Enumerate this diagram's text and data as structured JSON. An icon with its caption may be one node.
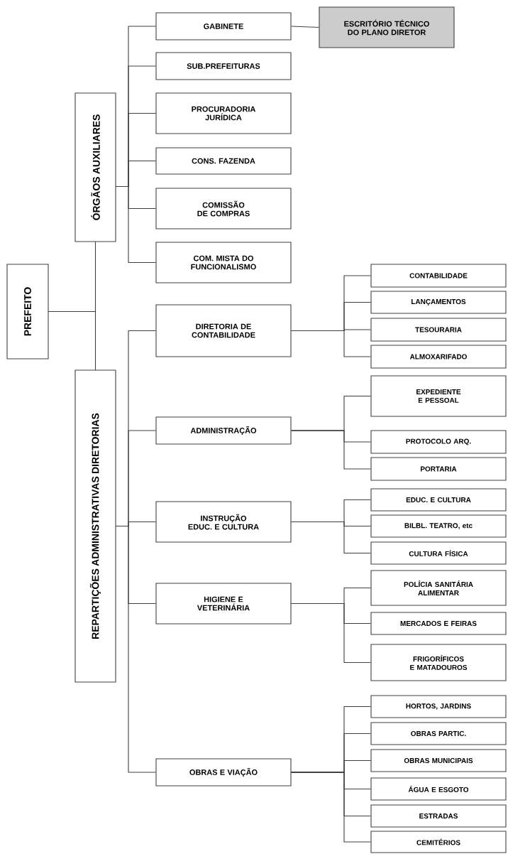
{
  "diagram": {
    "nodes": [
      {
        "text": [
          "PREFEITO"
        ]
      },
      {
        "text": [
          "ÓRGÃOS AUXILIARES"
        ]
      },
      {
        "text": [
          "REPARTIÇÕES ADMINISTRATIVAS  DIRETORIAS"
        ]
      },
      {
        "text": [
          "GABINETE"
        ]
      },
      {
        "text": [
          "ESCRITÓRIO TÉCNICO DO PLANO DIRETOR"
        ]
      },
      {
        "text": [
          "SUB.PREFEITURAS"
        ]
      },
      {
        "text": [
          "PROCURADORIA JURÍDICA"
        ]
      },
      {
        "text": [
          "CONS. FAZENDA"
        ]
      },
      {
        "text": [
          "COMISSÃO DE COMPRAS"
        ]
      },
      {
        "text": [
          "COM. MISTA DO FUNCIONALISMO"
        ]
      },
      {
        "text": [
          "DIRETORIA DE CONTABILIDADE"
        ]
      },
      {
        "text": [
          "CONTABILIDADE"
        ]
      },
      {
        "text": [
          "LANÇAMENTOS"
        ]
      },
      {
        "text": [
          "TESOURARIA"
        ]
      },
      {
        "text": [
          "ALMOXARIFADO"
        ]
      },
      {
        "text": [
          "ADMINISTRAÇÃO"
        ]
      },
      {
        "text": [
          "EXPEDIENTE E PESSOAL"
        ]
      },
      {
        "text": [
          "PROTOCOLO ARQ."
        ]
      },
      {
        "text": [
          "PORTARIA"
        ]
      },
      {
        "text": [
          "INSTRUÇÃO EDUC. E CULTURA"
        ]
      },
      {
        "text": [
          "EDUC. E CULTURA"
        ]
      },
      {
        "text": [
          "BILBL. TEATRO, etc"
        ]
      },
      {
        "text": [
          "CULTURA FÍSICA"
        ]
      },
      {
        "text": [
          "HIGIENE E VETERINÁRIA"
        ]
      },
      {
        "text": [
          "POLÍCIA SANITÁRIA ALIMENTAR"
        ]
      },
      {
        "text": [
          "MERCADOS E FEIRAS"
        ]
      },
      {
        "text": [
          "FRIGORÍFICOS E MATADOUROS"
        ]
      },
      {
        "text": [
          "OBRAS E VIAÇÃO"
        ]
      },
      {
        "text": [
          "HORTOS, JARDINS"
        ]
      },
      {
        "text": [
          "OBRAS  PARTIC."
        ]
      },
      {
        "text": [
          "OBRAS MUNICIPAIS"
        ]
      },
      {
        "text": [
          "ÁGUA E ESGOTO"
        ]
      },
      {
        "text": [
          "ESTRADAS"
        ]
      },
      {
        "text": [
          "CEMITÉRIOS"
        ]
      }
    ],
    "edges": [
      {
        "from": 0,
        "to": 1,
        "arrow": "none"
      },
      {
        "from": 0,
        "to": 2,
        "arrow": "none"
      },
      {
        "from": 1,
        "to": 3,
        "arrow": "none"
      },
      {
        "from": 1,
        "to": 5,
        "arrow": "none"
      },
      {
        "from": 1,
        "to": 6,
        "arrow": "none"
      },
      {
        "from": 1,
        "to": 7,
        "arrow": "none"
      },
      {
        "from": 1,
        "to": 8,
        "arrow": "none"
      },
      {
        "from": 1,
        "to": 9,
        "arrow": "none"
      },
      {
        "from": 3,
        "to": 4,
        "arrow": "none"
      },
      {
        "from": 2,
        "to": 10,
        "arrow": "none"
      },
      {
        "from": 2,
        "to": 15,
        "arrow": "none"
      },
      {
        "from": 2,
        "to": 19,
        "arrow": "none"
      },
      {
        "from": 2,
        "to": 23,
        "arrow": "none"
      },
      {
        "from": 2,
        "to": 27,
        "arrow": "none"
      },
      {
        "from": 10,
        "to": 11,
        "arrow": "none"
      },
      {
        "from": 10,
        "to": 12,
        "arrow": "none"
      },
      {
        "from": 10,
        "to": 13,
        "arrow": "none"
      },
      {
        "from": 10,
        "to": 14,
        "arrow": "none"
      },
      {
        "from": 15,
        "to": 16,
        "arrow": "none"
      },
      {
        "from": 15,
        "to": 17,
        "arrow": "none"
      },
      {
        "from": 15,
        "to": 18,
        "arrow": "none"
      },
      {
        "from": 19,
        "to": 20,
        "arrow": "none"
      },
      {
        "from": 19,
        "to": 21,
        "arrow": "none"
      },
      {
        "from": 19,
        "to": 22,
        "arrow": "none"
      },
      {
        "from": 23,
        "to": 24,
        "arrow": "none"
      },
      {
        "from": 23,
        "to": 25,
        "arrow": "none"
      },
      {
        "from": 23,
        "to": 26,
        "arrow": "none"
      },
      {
        "from": 27,
        "to": 28,
        "arrow": "none"
      },
      {
        "from": 27,
        "to": 29,
        "arrow": "none"
      },
      {
        "from": 27,
        "to": 30,
        "arrow": "none"
      },
      {
        "from": 27,
        "to": 31,
        "arrow": "none"
      },
      {
        "from": 27,
        "to": 32,
        "arrow": "none"
      },
      {
        "from": 27,
        "to": 33,
        "arrow": "none"
      }
    ]
  }
}
